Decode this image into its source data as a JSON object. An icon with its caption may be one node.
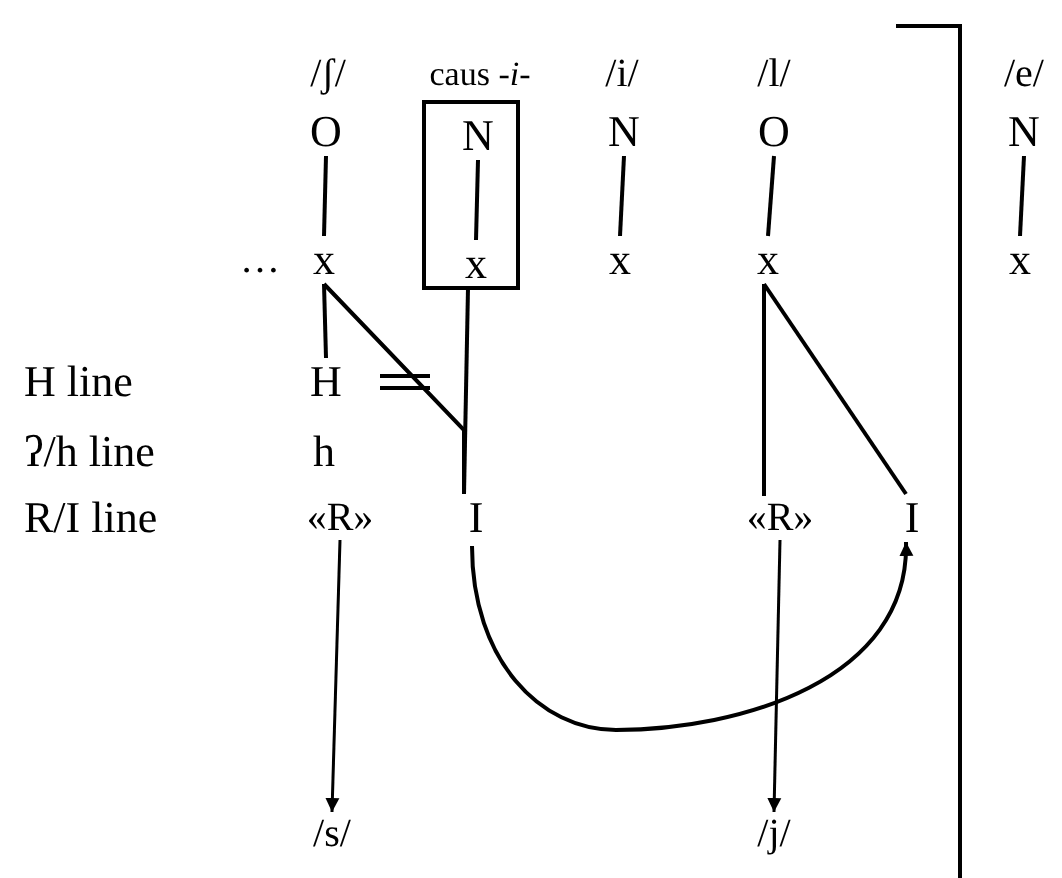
{
  "diagram": {
    "nodes": [
      {
        "text": [
          "O"
        ],
        "beside": [
          "/ʃ/"
        ]
      },
      {
        "text": [],
        "shape": "box",
        "beside": [
          "caus *-i-*"
        ]
      },
      {
        "text": [
          "N"
        ],
        "in": 1
      },
      {
        "text": [
          "N"
        ],
        "beside": [
          "/i/"
        ]
      },
      {
        "text": [
          "O"
        ],
        "beside": [
          "/l/"
        ]
      },
      {
        "text": [
          "N"
        ],
        "beside": [
          "/e/"
        ]
      },
      {
        "text": [
          "x"
        ]
      },
      {
        "text": [
          "x"
        ],
        "in": 1
      },
      {
        "text": [
          "x"
        ]
      },
      {
        "text": [
          "x"
        ]
      },
      {
        "text": [
          "x"
        ]
      },
      {
        "text": [
          "H"
        ]
      },
      {
        "text": [
          "h"
        ]
      },
      {
        "text": [
          "«R»"
        ]
      },
      {
        "text": [
          "I"
        ]
      },
      {
        "text": [
          "«R»"
        ]
      },
      {
        "text": [
          "I"
        ]
      },
      {
        "text": [
          "/s/"
        ]
      },
      {
        "text": [
          "/j/"
        ]
      }
    ],
    "edges": [
      {
        "from": 0,
        "to": 6,
        "arrow": "none"
      },
      {
        "from": 2,
        "to": 7,
        "arrow": "none"
      },
      {
        "from": 3,
        "to": 8,
        "arrow": "none"
      },
      {
        "from": 4,
        "to": 9,
        "arrow": "none"
      },
      {
        "from": 5,
        "to": 10,
        "arrow": "none"
      },
      {
        "from": 6,
        "to": 11,
        "arrow": "none"
      },
      {
        "from": 6,
        "to": 14,
        "arrow": "none"
      },
      {
        "from": 7,
        "to": 14,
        "arrow": "none"
      },
      {
        "from": 9,
        "to": 15,
        "arrow": "none"
      },
      {
        "from": 9,
        "to": 16,
        "arrow": "none"
      },
      {
        "from": 14,
        "to": 16,
        "arrow": "to"
      },
      {
        "from": 13,
        "to": 17,
        "arrow": "to"
      },
      {
        "from": 15,
        "to": 18,
        "arrow": "to"
      }
    ],
    "labels": [
      "…",
      "H line",
      "ʔ/h line",
      "R/I line"
    ]
  }
}
